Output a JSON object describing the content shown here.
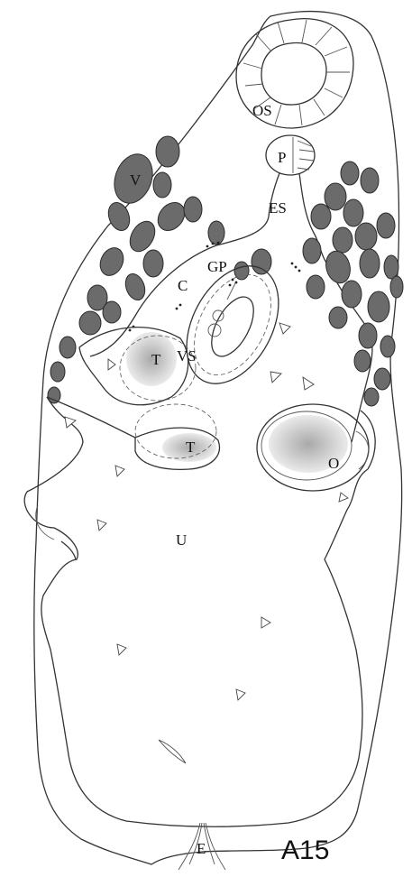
{
  "figure": {
    "label": "A15"
  },
  "labels": {
    "os": "OS",
    "p": "P",
    "es": "ES",
    "v": "V",
    "gp": "GP",
    "c": "C",
    "vs": "VS",
    "t_upper": "T",
    "t_lower": "T",
    "o": "O",
    "u": "U",
    "e": "E"
  },
  "colors": {
    "ink": "#333333",
    "vitellaria": "#6b6b6b",
    "gonad_shade": "#bdbdbd"
  }
}
